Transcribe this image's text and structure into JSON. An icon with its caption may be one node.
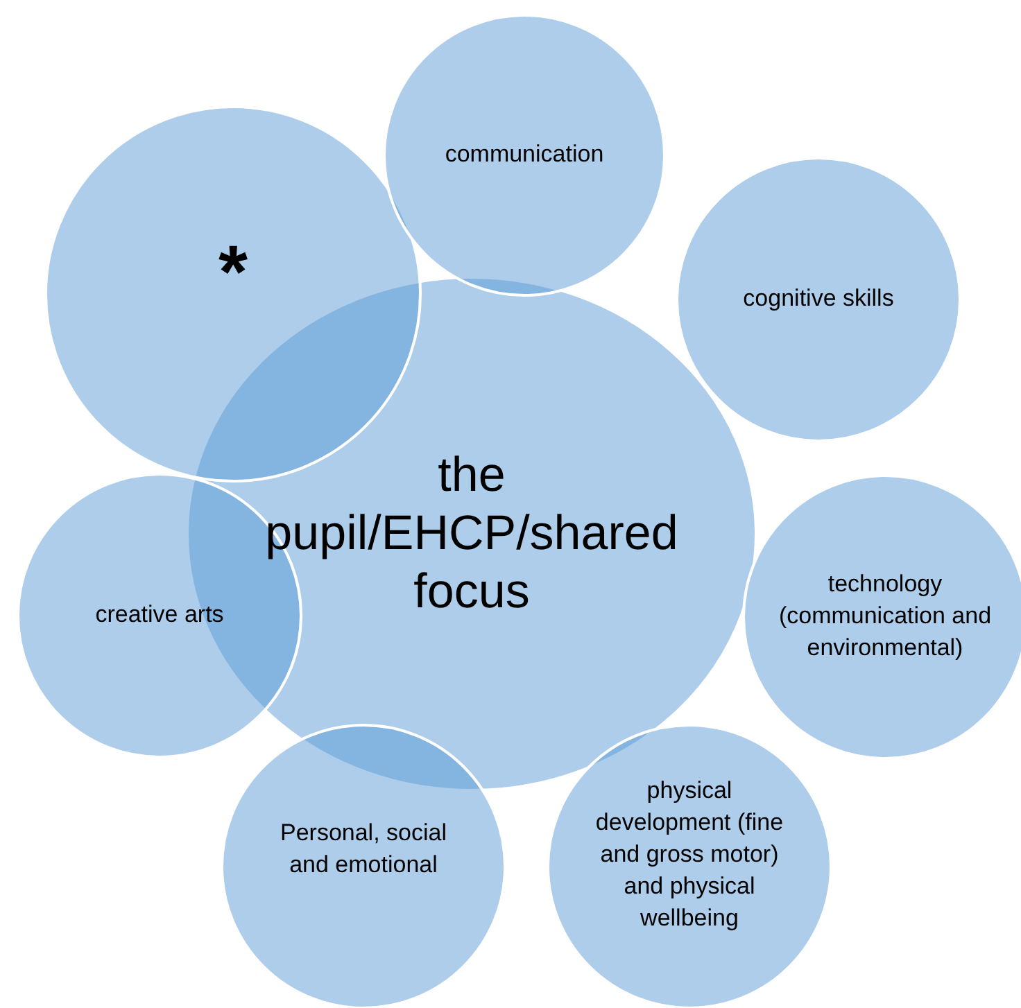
{
  "diagram": {
    "nodes": [
      {
        "text": [
          "the pupil/EHCP/shared focus"
        ]
      },
      {
        "text": [
          "*"
        ]
      },
      {
        "text": [
          "communication"
        ]
      },
      {
        "text": [
          "cognitive skills"
        ]
      },
      {
        "text": [
          "technology (communication and environmental)"
        ]
      },
      {
        "text": [
          "physical development (fine and gross motor) and physical wellbeing"
        ]
      },
      {
        "text": [
          "Personal, social and emotional"
        ]
      },
      {
        "text": [
          "creative arts"
        ]
      }
    ],
    "edges": []
  }
}
